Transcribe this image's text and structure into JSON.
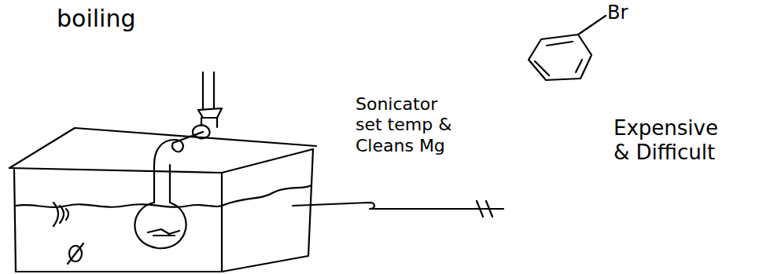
{
  "diagram": {
    "title": "boiling",
    "labels": [
      "Br",
      "Sonicator set temp & Cleans Mg",
      "Expensive & Difficult"
    ]
  }
}
